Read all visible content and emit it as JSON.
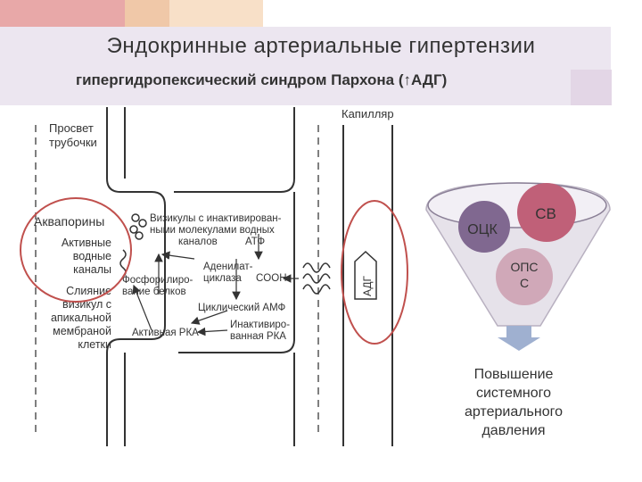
{
  "title": "Эндокринные артериальные гипертензии",
  "subtitle_prefix": "гипергидропексический синдром Пархона (",
  "subtitle_arrow": "↑",
  "subtitle_suffix": "АДГ)",
  "colors": {
    "title_band": "#ece6f0",
    "deco_pink": "#e8a8a8",
    "deco_salmon": "#f0c8a8",
    "deco_peach": "#f8e0c8",
    "red_circle": "#c0504d",
    "cv_circle": "#c06078",
    "ock_circle": "#806890",
    "ops_circle": "#d0a8b8",
    "funnel_arrow": "#9fb0d0"
  },
  "diagram": {
    "lumen_label_1": "Просвет",
    "lumen_label_2": "трубочки",
    "capillary_label": "Капилляр",
    "aquaporins": "Аквапорины",
    "active_1": "Активные",
    "active_2": "водные",
    "active_3": "каналы",
    "fusion_1": "Слияние",
    "fusion_2": "визикул с",
    "fusion_3": "апикальной",
    "fusion_4": "мембраной",
    "fusion_5": "клетки",
    "vesicles_1": "Визикулы с инактивирован-",
    "vesicles_2": "ными молекулами водных",
    "vesicles_3": "каналов",
    "atp": "АТФ",
    "adenylate_1": "Аденилат-",
    "adenylate_2": "циклаза",
    "cooh": "COOH",
    "phospho_1": "Фосфорилиро-",
    "phospho_2": "вание белков",
    "camp": "Циклический АМФ",
    "active_pka": "Активная РКА",
    "inactive_pka_1": "Инактивиро-",
    "inactive_pka_2": "ванная РКА",
    "adh": "АДГ"
  },
  "funnel": {
    "cv": "СВ",
    "ock": "ОЦК",
    "ops_1": "ОПС",
    "ops_2": "С",
    "result_1": "Повышение",
    "result_2": "системного",
    "result_3": "артериального",
    "result_4": "давления"
  }
}
